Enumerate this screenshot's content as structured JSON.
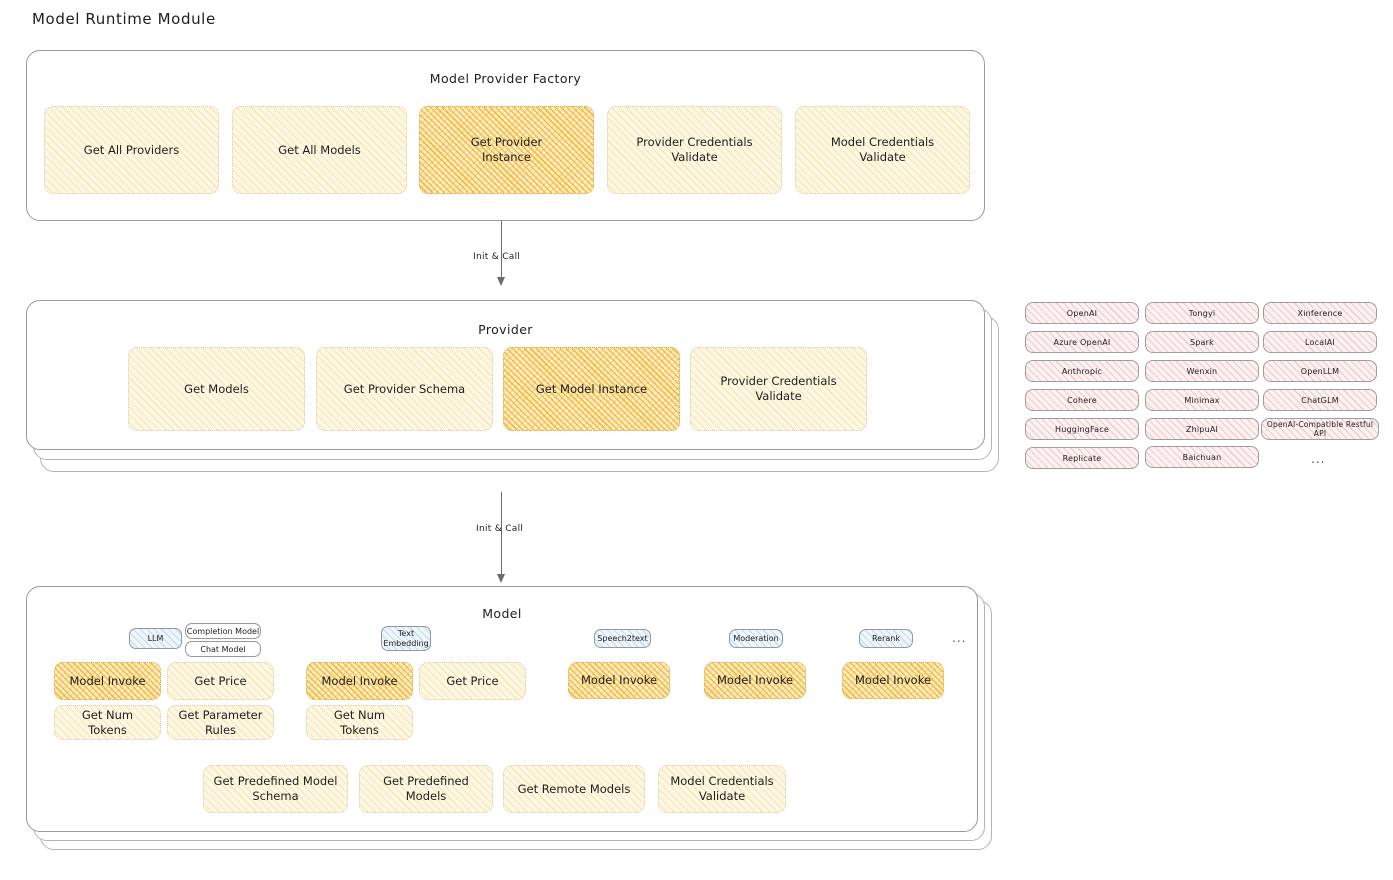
{
  "page_title": "Model Runtime Module",
  "colors": {
    "highlight_fill": "#eeb22d",
    "light_fill": "#fdf8e6",
    "provider_fill": "#fdf2f2",
    "tag_fill": "#eef5fb",
    "border": "#9a9a9a"
  },
  "factory": {
    "title": "Model Provider Factory",
    "nodes": [
      {
        "label": "Get All Providers",
        "highlight": false
      },
      {
        "label": "Get All Models",
        "highlight": false
      },
      {
        "label": "Get Provider Instance",
        "highlight": true
      },
      {
        "label": "Provider Credentials Validate",
        "highlight": false
      },
      {
        "label": "Model Credentials Validate",
        "highlight": false
      }
    ]
  },
  "arrows": [
    {
      "label": "Init & Call"
    },
    {
      "label": "Init & Call"
    }
  ],
  "provider": {
    "title": "Provider",
    "nodes": [
      {
        "label": "Get Models",
        "highlight": false
      },
      {
        "label": "Get Provider Schema",
        "highlight": false
      },
      {
        "label": "Get Model Instance",
        "highlight": true
      },
      {
        "label": "Provider Credentials Validate",
        "highlight": false
      }
    ]
  },
  "provider_list": {
    "columns": [
      [
        "OpenAI",
        "Azure OpenAI",
        "Anthropic",
        "Cohere",
        "HuggingFace",
        "Replicate"
      ],
      [
        "Tongyi",
        "Spark",
        "Wenxin",
        "Minimax",
        "ZhipuAI",
        "Baichuan"
      ],
      [
        "Xinference",
        "LocalAI",
        "OpenLLM",
        "ChatGLM",
        "OpenAI-Compatible Restful API"
      ]
    ],
    "more": "..."
  },
  "model": {
    "title": "Model",
    "more": "...",
    "types": [
      {
        "tag": "LLM",
        "tag_lines": [
          "LLM"
        ],
        "subtags": [
          "Completion Model",
          "Chat Model"
        ],
        "nodes": [
          {
            "label": "Model Invoke",
            "highlight": true
          },
          {
            "label": "Get Price",
            "highlight": false
          },
          {
            "label": "Get Num Tokens",
            "highlight": false
          },
          {
            "label": "Get Parameter Rules",
            "highlight": false
          }
        ]
      },
      {
        "tag": "Text Embedding",
        "tag_lines": [
          "Text",
          "Embedding"
        ],
        "subtags": [],
        "nodes": [
          {
            "label": "Model Invoke",
            "highlight": true
          },
          {
            "label": "Get Price",
            "highlight": false
          },
          {
            "label": "Get Num Tokens",
            "highlight": false
          }
        ]
      },
      {
        "tag": "Speech2text",
        "tag_lines": [
          "Speech2text"
        ],
        "subtags": [],
        "nodes": [
          {
            "label": "Model Invoke",
            "highlight": true
          }
        ]
      },
      {
        "tag": "Moderation",
        "tag_lines": [
          "Moderation"
        ],
        "subtags": [],
        "nodes": [
          {
            "label": "Model Invoke",
            "highlight": true
          }
        ]
      },
      {
        "tag": "Rerank",
        "tag_lines": [
          "Rerank"
        ],
        "subtags": [],
        "nodes": [
          {
            "label": "Model Invoke",
            "highlight": true
          }
        ]
      }
    ],
    "common_nodes": [
      {
        "label": "Get Predefined Model Schema"
      },
      {
        "label": "Get Predefined Models"
      },
      {
        "label": "Get Remote Models"
      },
      {
        "label": "Model Credentials Validate"
      }
    ]
  }
}
